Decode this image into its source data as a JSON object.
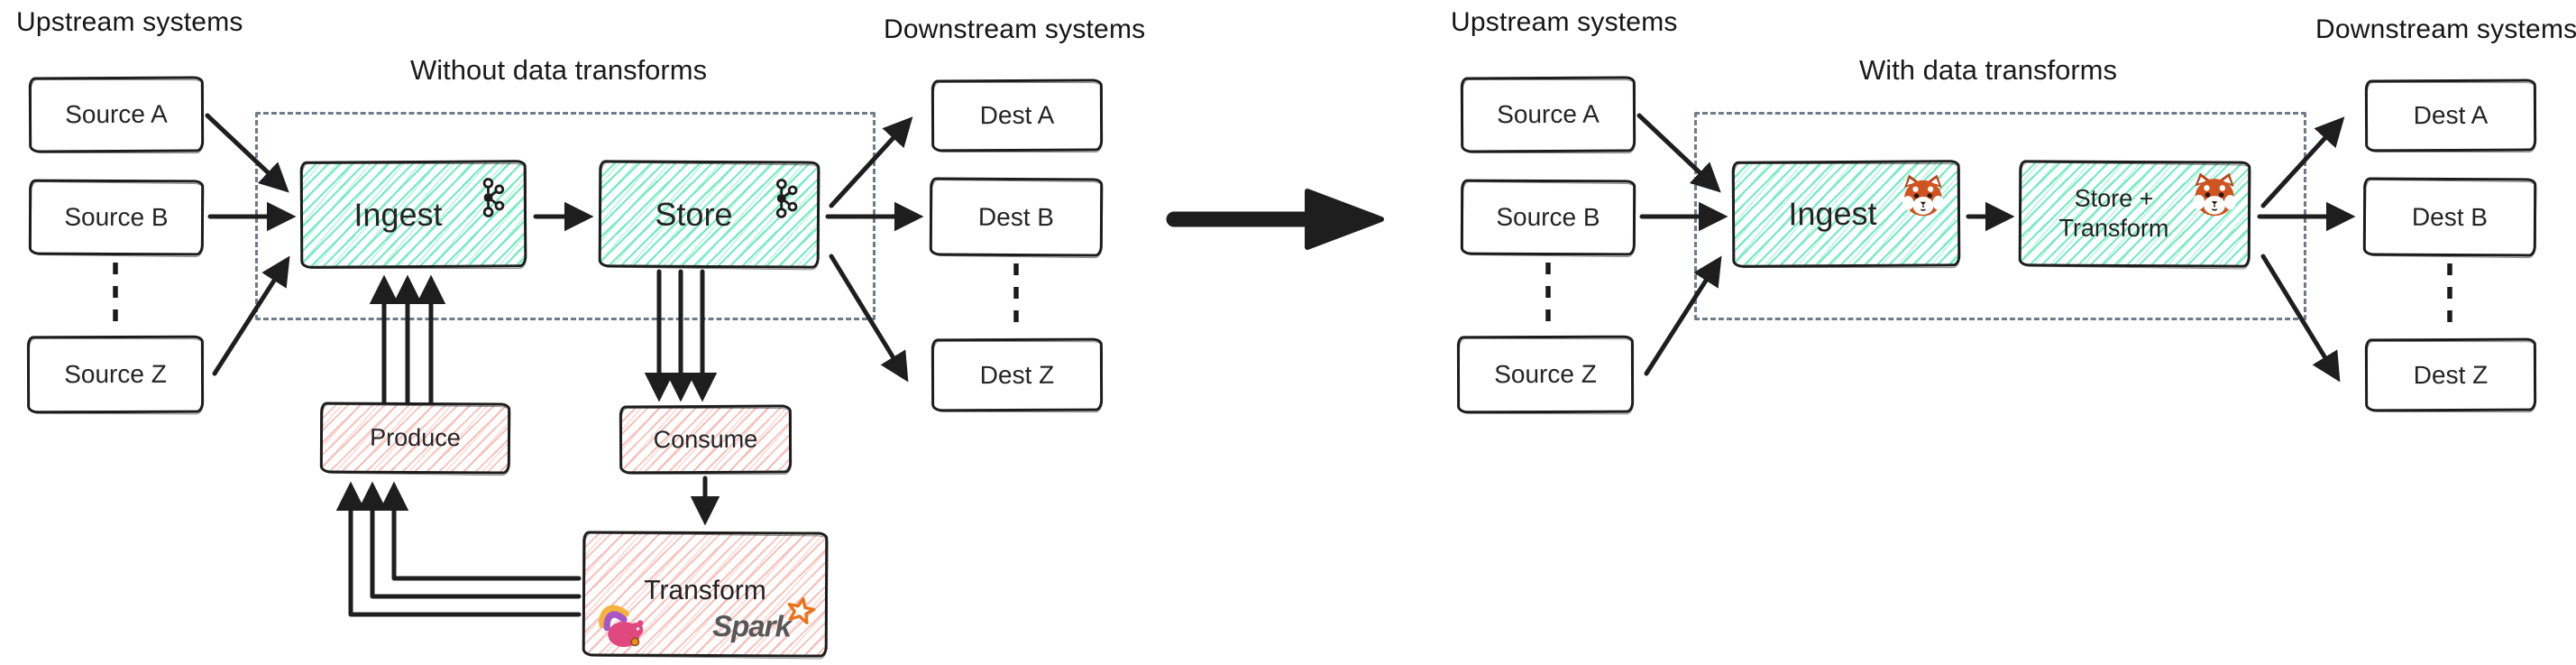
{
  "left": {
    "upstream_label": "Upstream systems",
    "title": "Without data transforms",
    "downstream_label": "Downstream systems",
    "sources": [
      "Source A",
      "Source B",
      "Source Z"
    ],
    "dests": [
      "Dest A",
      "Dest B",
      "Dest Z"
    ],
    "ingest_label": "Ingest",
    "store_label": "Store",
    "produce_label": "Produce",
    "consume_label": "Consume",
    "transform_label": "Transform",
    "spark_wordmark": "Spark",
    "ingest_icon": "kafka-logo",
    "store_icon": "kafka-logo",
    "transform_icons": [
      "flink-squirrel-logo",
      "spark-logo"
    ]
  },
  "right": {
    "upstream_label": "Upstream systems",
    "title": "With data transforms",
    "downstream_label": "Downstream systems",
    "sources": [
      "Source A",
      "Source B",
      "Source Z"
    ],
    "dests": [
      "Dest A",
      "Dest B",
      "Dest Z"
    ],
    "ingest_label": "Ingest",
    "store_transform_line1": "Store +",
    "store_transform_line2": "Transform",
    "ingest_icon": "redpanda-logo",
    "store_transform_icon": "redpanda-logo"
  },
  "colors": {
    "ink": "#1c1c1c",
    "text": "#222222",
    "dash": "#6e7b8c",
    "teal": "#6fe9c0",
    "pink": "#f2a19a",
    "panda-fur": "#cf5420",
    "panda-ear": "#b8431a",
    "flink-body": "#e0487e",
    "flink-purple": "#a855c8",
    "flink-orange": "#f3b33e",
    "spark-orange": "#e8731a",
    "spark-gray": "#575757"
  }
}
